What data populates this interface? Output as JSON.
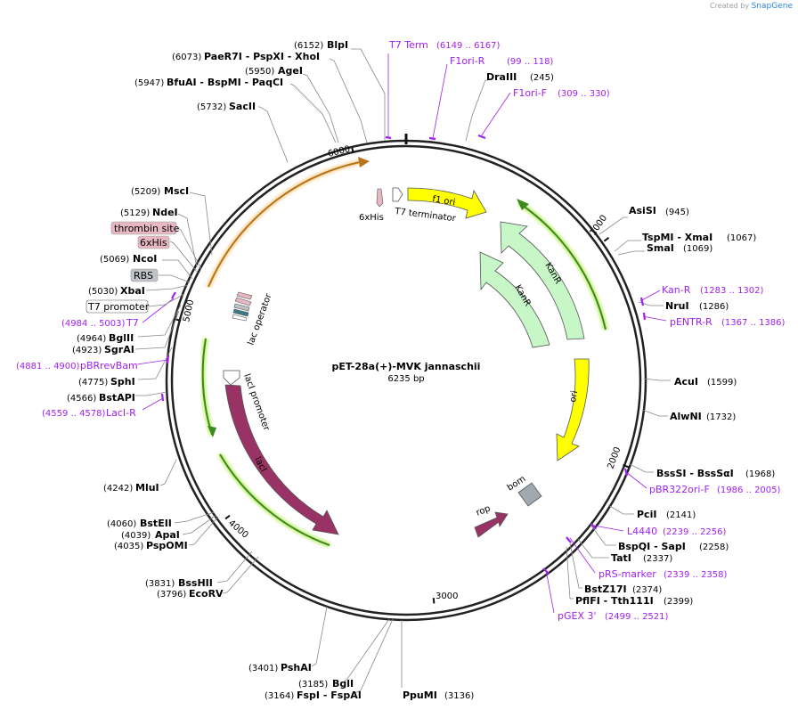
{
  "credit": {
    "prefix": "Created by",
    "brand": "SnapGene"
  },
  "plasmid": {
    "name": "pET-28a(+)-MVK jannaschii",
    "length_label": "6235 bp",
    "length": 6235
  },
  "ruler": [
    {
      "pos": 1000,
      "label": "1000"
    },
    {
      "pos": 2000,
      "label": "2000"
    },
    {
      "pos": 3000,
      "label": "3000"
    },
    {
      "pos": 4000,
      "label": "4000"
    },
    {
      "pos": 5000,
      "label": "5000"
    },
    {
      "pos": 6000,
      "label": "6000"
    }
  ],
  "sites_right": [
    {
      "name": "AsiSI",
      "pos": "(945)"
    },
    {
      "name": "TspMI - XmaI",
      "pos": "(1067)"
    },
    {
      "name": "SmaI",
      "pos": "(1069)"
    },
    {
      "name": "NruI",
      "pos": "(1286)"
    },
    {
      "name": "AcuI",
      "pos": "(1599)"
    },
    {
      "name": "AlwNI",
      "pos": "(1732)"
    },
    {
      "name": "BssSI - BssSαI",
      "pos": "(1968)"
    },
    {
      "name": "PciI",
      "pos": "(2141)"
    },
    {
      "name": "BspQI - SapI",
      "pos": "(2258)"
    },
    {
      "name": "TatI",
      "pos": "(2337)"
    },
    {
      "name": "BstZ17I",
      "pos": "(2374)"
    },
    {
      "name": "PflFI - Tth111I",
      "pos": "(2399)"
    },
    {
      "name": "PpuMI",
      "pos": "(3136)"
    }
  ],
  "sites_left": [
    {
      "name": "BlpI",
      "pos": "(6152)"
    },
    {
      "name": "PaeR7I - PspXI - XhoI",
      "pos": "(6073)"
    },
    {
      "name": "AgeI",
      "pos": "(5950)"
    },
    {
      "name": "BfuAI - BspMI - PaqCI",
      "pos": "(5947)"
    },
    {
      "name": "SacII",
      "pos": "(5732)"
    },
    {
      "name": "MscI",
      "pos": "(5209)"
    },
    {
      "name": "NdeI",
      "pos": "(5129)"
    },
    {
      "name": "NcoI",
      "pos": "(5069)"
    },
    {
      "name": "XbaI",
      "pos": "(5030)"
    },
    {
      "name": "BglII",
      "pos": "(4964)"
    },
    {
      "name": "SgrAI",
      "pos": "(4923)"
    },
    {
      "name": "SphI",
      "pos": "(4775)"
    },
    {
      "name": "BstAPI",
      "pos": "(4566)"
    },
    {
      "name": "MluI",
      "pos": "(4242)"
    },
    {
      "name": "BstEII",
      "pos": "(4060)"
    },
    {
      "name": "ApaI",
      "pos": "(4039)"
    },
    {
      "name": "PspOMI",
      "pos": "(4035)"
    },
    {
      "name": "BssHII",
      "pos": "(3831)"
    },
    {
      "name": "EcoRV",
      "pos": "(3796)"
    },
    {
      "name": "PshAI",
      "pos": "(3401)"
    },
    {
      "name": "BglI",
      "pos": "(3185)"
    },
    {
      "name": "FspI - FspAI",
      "pos": "(3164)"
    },
    {
      "name": "DraIII",
      "pos": "(245)"
    }
  ],
  "primers": [
    {
      "name": "T7 Term",
      "range": "(6149 .. 6167)"
    },
    {
      "name": "F1ori-R",
      "range": "(99 .. 118)"
    },
    {
      "name": "F1ori-F",
      "range": "(309 .. 330)"
    },
    {
      "name": "Kan-R",
      "range": "(1283 .. 1302)"
    },
    {
      "name": "pENTR-R",
      "range": "(1367 .. 1386)"
    },
    {
      "name": "pBR322ori-F",
      "range": "(1986 .. 2005)"
    },
    {
      "name": "L4440",
      "range": "(2239 .. 2256)"
    },
    {
      "name": "pRS-marker",
      "range": "(2339 .. 2358)"
    },
    {
      "name": "pGEX 3'",
      "range": "(2499 .. 2521)"
    },
    {
      "name": "LacI-R",
      "range": "(4559 .. 4578)"
    },
    {
      "name": "pBRrevBam",
      "range": "(4881 .. 4900)"
    },
    {
      "name": "T7",
      "range": "(4984 .. 5003)"
    }
  ],
  "feature_boxes": [
    {
      "name": "thrombin site",
      "fill": "#e7b7c2"
    },
    {
      "name": "6xHis",
      "fill": "#e7b7c2"
    },
    {
      "name": "RBS",
      "fill": "#bfc3c8"
    },
    {
      "name": "T7 promoter",
      "fill": "#ffffff"
    }
  ],
  "features": [
    {
      "name": "f1 ori",
      "color": "#ffff00"
    },
    {
      "name": "KanR",
      "color": "#c7f7c7"
    },
    {
      "name": "KanR",
      "color": "#c7f7c7"
    },
    {
      "name": "ori",
      "color": "#ffff00"
    },
    {
      "name": "bom",
      "color": "#a0a8b0"
    },
    {
      "name": "rop",
      "color": "#993366"
    },
    {
      "name": "lacI",
      "color": "#993366"
    },
    {
      "name": "lacI promoter",
      "color": "#ffffff"
    },
    {
      "name": "lac operator",
      "color": "#ffffff"
    },
    {
      "name": "6xHis",
      "color": "#e7b7c2"
    },
    {
      "name": "T7 terminator",
      "color": "#ffffff"
    }
  ],
  "colors": {
    "primer": "#a020f0",
    "orf_outline": "#3a8a1e",
    "orf_glow": "#c6f07a",
    "mvk_arrow": "#f3c48a"
  }
}
